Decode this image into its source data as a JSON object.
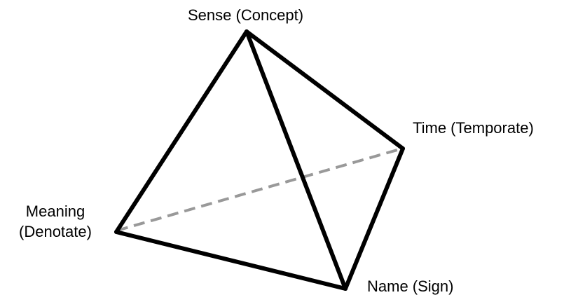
{
  "diagram": {
    "type": "tetrahedron",
    "vertices": {
      "sense": {
        "label": "Sense (Concept)"
      },
      "time": {
        "label": "Time (Temporate)"
      },
      "meaning": {
        "label_line1": "Meaning",
        "label_line2": "(Denotate)"
      },
      "name": {
        "label": "Name (Sign)"
      }
    },
    "edges": [
      {
        "from": "sense",
        "to": "meaning",
        "style": "solid"
      },
      {
        "from": "sense",
        "to": "name",
        "style": "solid"
      },
      {
        "from": "sense",
        "to": "time",
        "style": "solid"
      },
      {
        "from": "meaning",
        "to": "name",
        "style": "solid"
      },
      {
        "from": "time",
        "to": "name",
        "style": "solid"
      },
      {
        "from": "meaning",
        "to": "time",
        "style": "dashed"
      }
    ],
    "colors": {
      "solid_edge": "#000000",
      "hidden_edge": "#999999",
      "background": "#ffffff"
    }
  }
}
